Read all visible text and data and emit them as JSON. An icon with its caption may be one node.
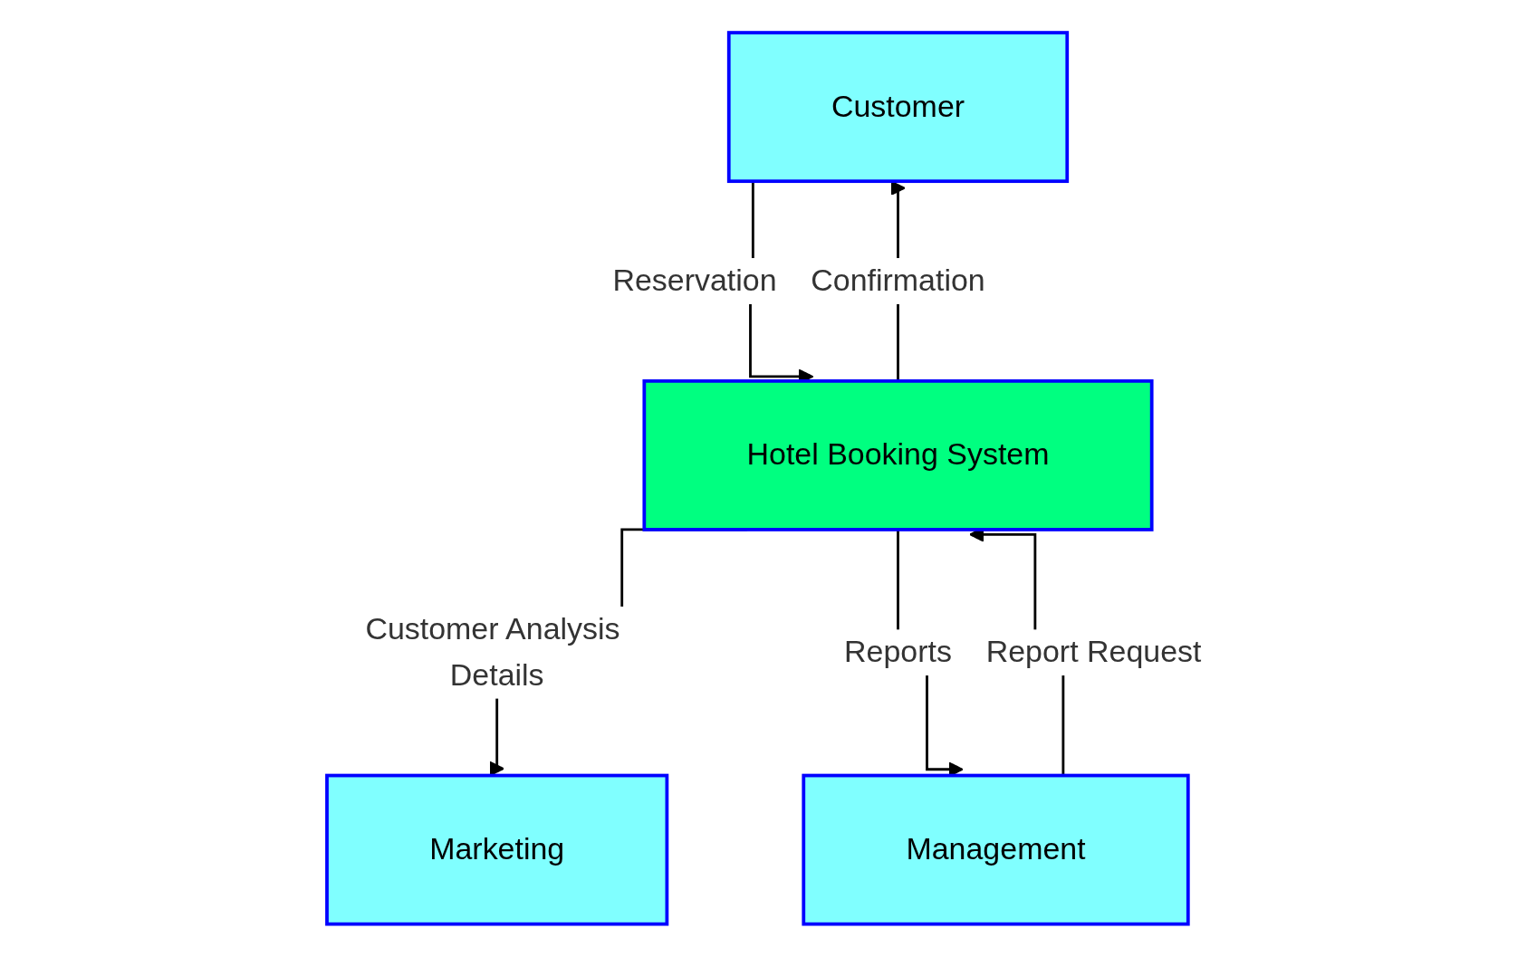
{
  "diagram": {
    "nodes": [
      {
        "text": [
          "Customer"
        ]
      },
      {
        "text": [
          "Marketing"
        ]
      },
      {
        "text": [
          "Hotel Booking System"
        ]
      },
      {
        "text": [
          "Management"
        ]
      }
    ],
    "edges": [
      {
        "from": 0,
        "to": 2,
        "arrow": "to",
        "label": "Reservation"
      },
      {
        "from": 2,
        "to": 0,
        "arrow": "to",
        "label": "Confirmation"
      },
      {
        "from": 2,
        "to": 1,
        "arrow": "to",
        "label": "Customer Analysis Details"
      },
      {
        "from": 2,
        "to": 3,
        "arrow": "to",
        "label": "Reports"
      },
      {
        "from": 3,
        "to": 2,
        "arrow": "to",
        "label": "Report Request"
      }
    ]
  }
}
